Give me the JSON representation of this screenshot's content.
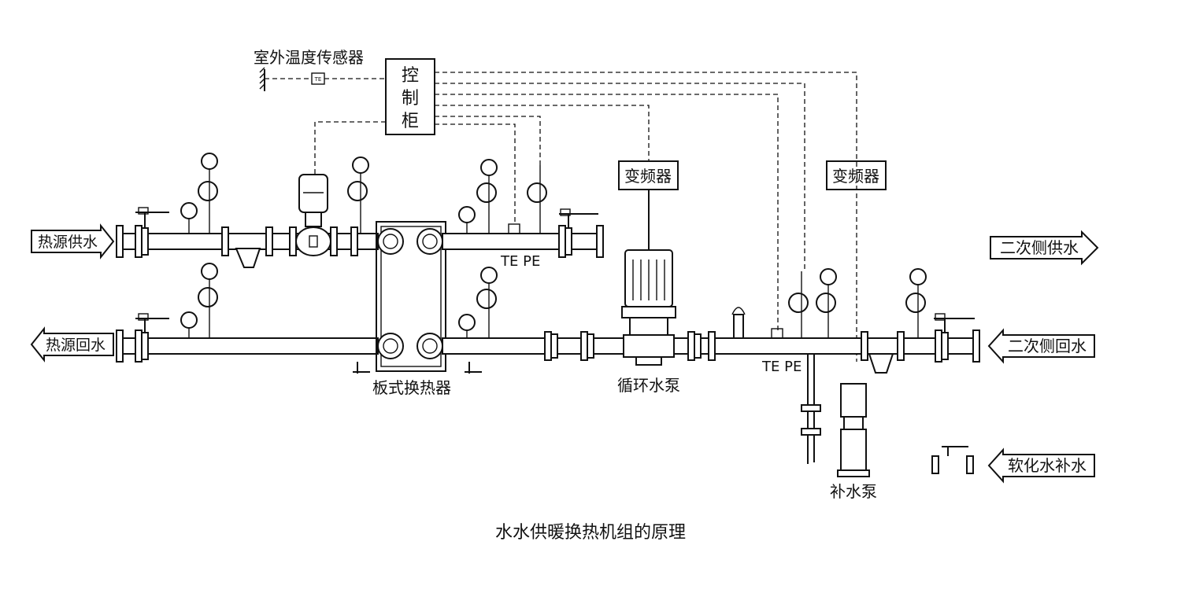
{
  "caption": "水水供暖换热机组的原理",
  "labels": {
    "outdoor_sensor": "室外温度传感器",
    "sensor_tag": "TE",
    "control_cabinet": [
      "控",
      "制",
      "柜"
    ],
    "vfd_1": "变频器",
    "vfd_2": "变频器",
    "heat_exchanger": "板式换热器",
    "circulation_pump": "循环水泵",
    "makeup_pump": "补水泵",
    "te_pe_top": "TE PE",
    "te_pe_bottom": "TE PE"
  },
  "arrows": {
    "heat_supply": "热源供水",
    "heat_return": "热源回水",
    "secondary_supply": "二次侧供水",
    "secondary_return": "二次侧回水",
    "softened_makeup": "软化水补水"
  },
  "colors": {
    "line": "#111111",
    "background": "#ffffff"
  }
}
